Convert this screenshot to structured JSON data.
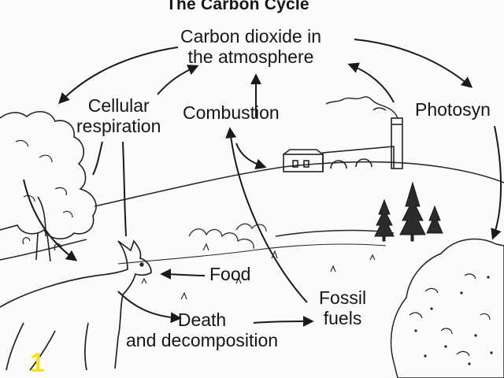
{
  "title": "The Carbon Cycle",
  "labels": {
    "co2_line1": "Carbon dioxide in",
    "co2_line2": "the atmosphere",
    "respiration_line1": "Cellular",
    "respiration_line2": "respiration",
    "combustion": "Combustion",
    "photosynthesis": "Photosyn",
    "food": "Food",
    "fossil_line1": "Fossil",
    "fossil_line2": "fuels",
    "death_line1": "Death",
    "death_line2": "and decomposition"
  },
  "corner_mark": "1",
  "colors": {
    "ink": "#1a1a1a",
    "corner_mark": "#f2e227"
  },
  "icons": [
    "tree-icon",
    "factory-icon",
    "pine-tree-icon",
    "shrub-icon",
    "deer-icon",
    "smoke-icon"
  ]
}
